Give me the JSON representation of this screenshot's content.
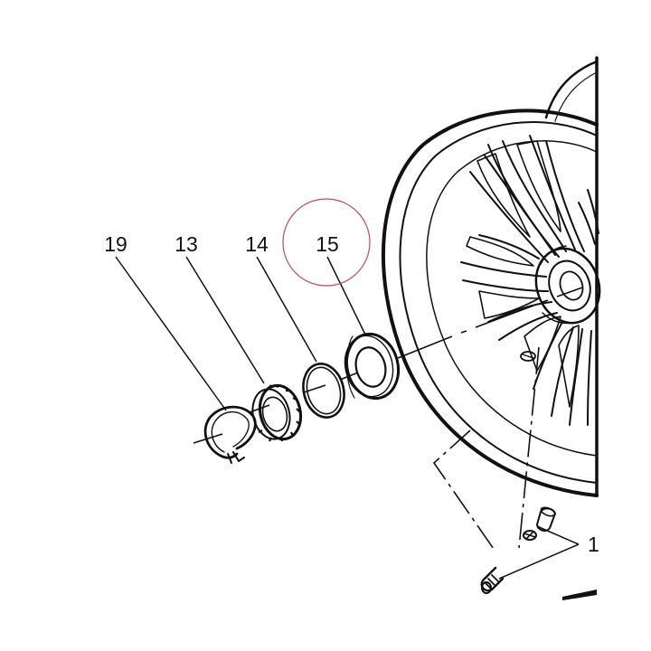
{
  "callouts": {
    "c19": {
      "label": "19"
    },
    "c13": {
      "label": "13"
    },
    "c14": {
      "label": "14"
    },
    "c15": {
      "label": "15"
    },
    "c1": {
      "label": "1"
    }
  },
  "colors": {
    "ink": "#111111",
    "highlight_circle": "#c2485f",
    "background": "#ffffff"
  }
}
